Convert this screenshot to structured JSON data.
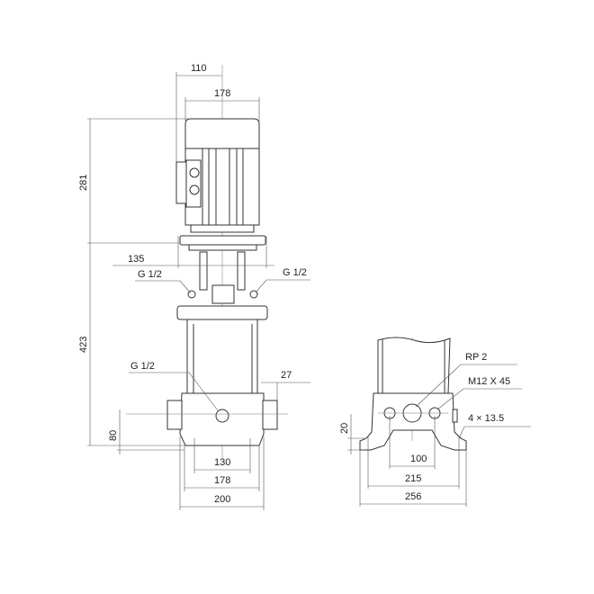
{
  "front_view": {
    "dim_motor_offset": "110",
    "dim_motor_width": "178",
    "dim_motor_height": "281",
    "dim_flange": "135",
    "port_left": "G 1/2",
    "port_right": "G 1/2",
    "port_drain": "G 1/2",
    "dim_pump_height": "423",
    "dim_boss": "27",
    "dim_inlet_height": "80",
    "dim_base_130": "130",
    "dim_base_178": "178",
    "dim_base_200": "200"
  },
  "side_view": {
    "port_label": "RP 2",
    "bolt_label": "M12 X 45",
    "holes_label": "4  ×  13.5",
    "dim_foot_height": "20",
    "dim_bolt_spacing": "100",
    "dim_hole_spacing": "215",
    "dim_overall_width": "256"
  }
}
